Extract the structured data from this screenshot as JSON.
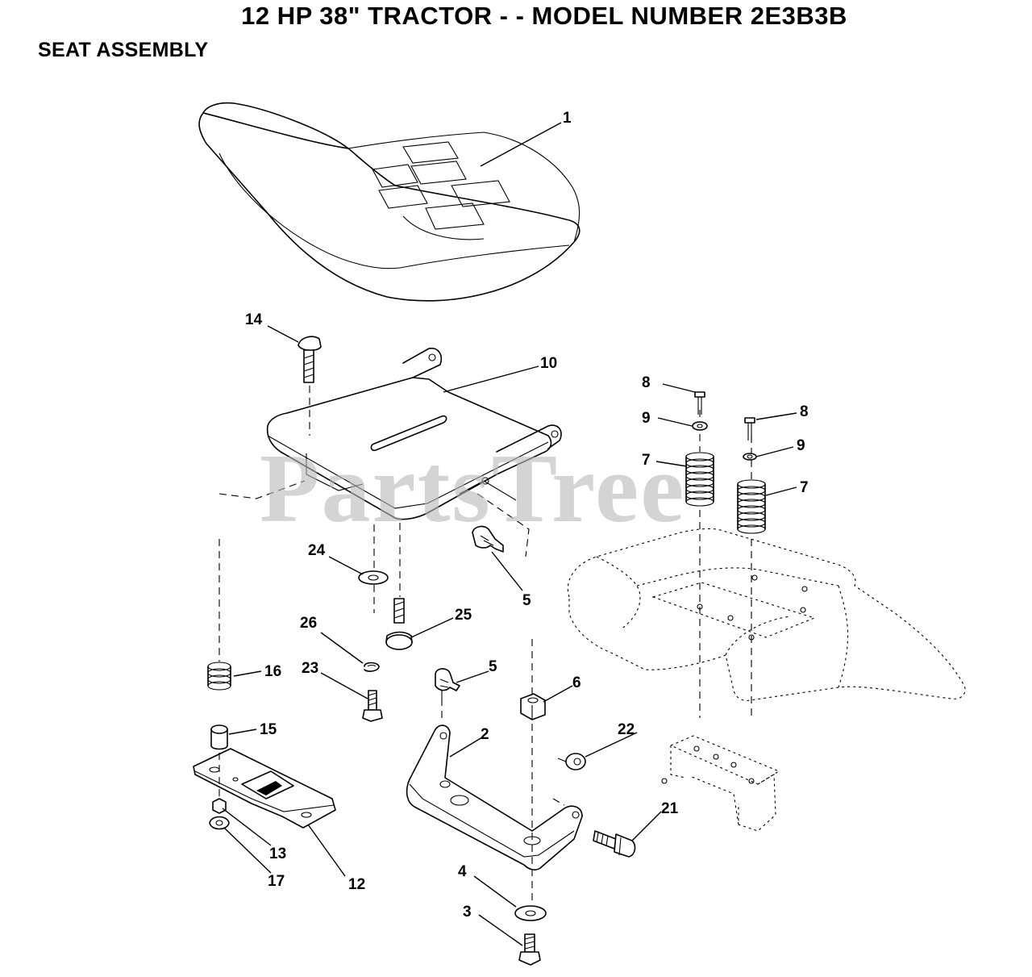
{
  "header": {
    "title": "12 HP 38\" TRACTOR - - MODEL NUMBER 2E3B3B",
    "section": "SEAT ASSEMBLY"
  },
  "watermark": "PartsTree",
  "callouts": {
    "c1": "1",
    "c14": "14",
    "c10": "10",
    "c8a": "8",
    "c9a": "9",
    "c8b": "8",
    "c9b": "9",
    "c7a": "7",
    "c7b": "7",
    "c24": "24",
    "c5a": "5",
    "c25": "25",
    "c26": "26",
    "c5b": "5",
    "c16": "16",
    "c23": "23",
    "c6": "6",
    "c15": "15",
    "c2": "2",
    "c22": "22",
    "c21": "21",
    "c13": "13",
    "c17": "17",
    "c12": "12",
    "c4": "4",
    "c3": "3"
  }
}
